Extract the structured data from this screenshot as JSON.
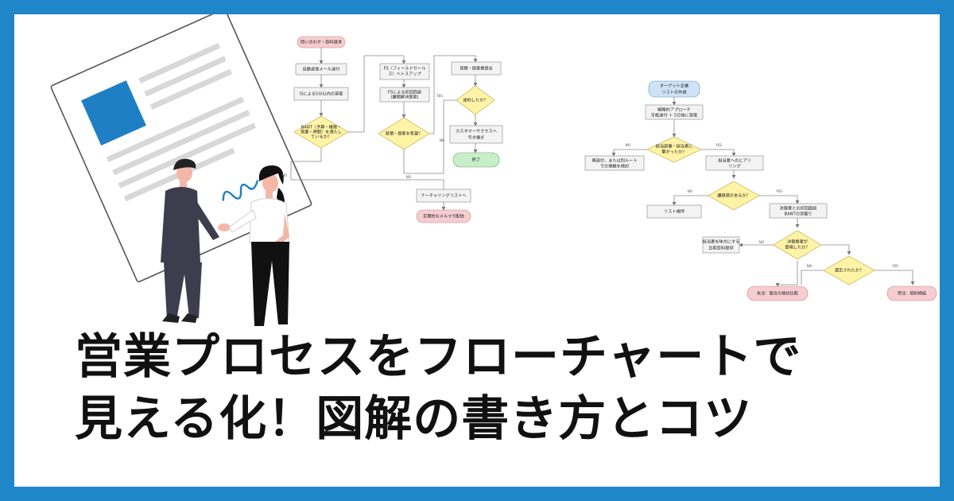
{
  "headline": {
    "line1": "営業プロセスをフローチャートで",
    "line2": "見える化！図解の書き方とコツ"
  },
  "flowchart_left": {
    "nodes": {
      "n1": "問い合わせ・資料請求",
      "n2": "自動返信メール送付",
      "n3": "ISによる5分以内の架電",
      "n4a": "BANT（予算・権限・",
      "n4b": "需要・時期）を満たし",
      "n4c": "ているか？",
      "n5a": "FS（フィールドセール",
      "n5b": "ス）へトスアップ",
      "n6a": "FSによる初回商談",
      "n6b": "(課題解決提案)",
      "n7": "見積・提案を希望？",
      "n8": "見積・提案書提出",
      "n9": "成約したか？",
      "n10a": "カスタマーサクセスへ",
      "n10b": "引き継ぎ",
      "n11": "終了",
      "n12": "ナーチャリングリストへ",
      "n13": "定期的なメルマガ配信"
    },
    "labels": {
      "no1": "NO",
      "no2": "NO",
      "no3": "NO",
      "yes1": "YES"
    }
  },
  "flowchart_right": {
    "nodes": {
      "m1a": "ターゲット企業",
      "m1b": "リストの作成",
      "m2a": "戦略的アプローチ",
      "m2b": "手紙送付 ＋ 5日後に架電",
      "m3a": "担当部署・担当者に",
      "m3b": "繋がったか？",
      "m4a": "再送付、または別ルート",
      "m4b": "での接触を検討",
      "m5a": "担当者へのヒアリ",
      "m5b": "リング",
      "m6": "課題感があるか？",
      "m7": "リスト維持",
      "m8a": "決裁者との初回面談",
      "m8b": "BANTの深掘り",
      "m9a": "担当者を味方にする",
      "m9b": "比較資料提供",
      "m10a": "決裁権者が",
      "m10b": "登場したか？",
      "m11": "選定されたか？",
      "m12": "失注：競合の検討比較",
      "m13": "受注：契約締結"
    },
    "labels": {
      "no1": "NO",
      "yes1": "YES",
      "no2": "NO",
      "yes2": "YES",
      "no3": "NO",
      "no4": "NO",
      "yes3": "YES"
    }
  },
  "colors": {
    "frame": "#1f86c9",
    "accent_blue": "#1f7fc4",
    "node_pink": "#f6cdd0",
    "node_yellow": "#fff3a6",
    "node_green": "#c8efc8",
    "node_blue": "#cfe3f7",
    "node_gray": "#f3f3f3"
  }
}
